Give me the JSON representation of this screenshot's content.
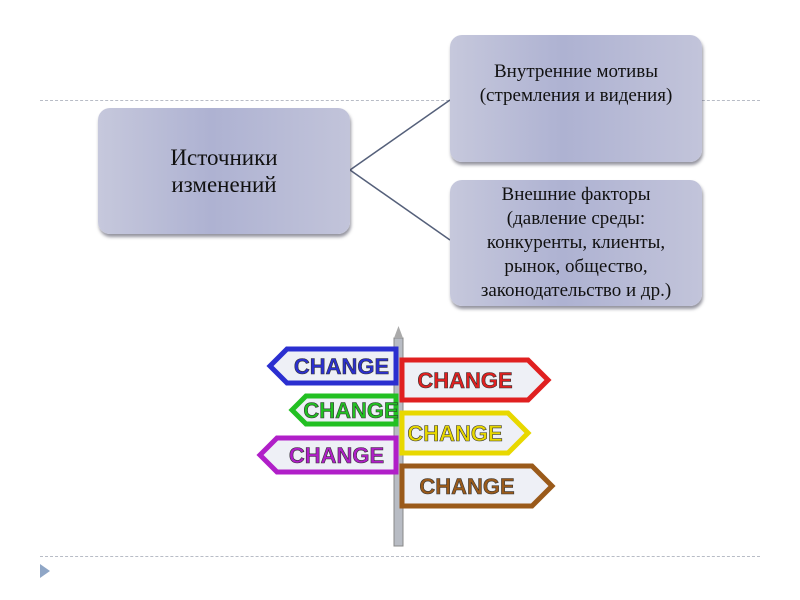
{
  "diagram": {
    "root": {
      "label_line1": "Источники",
      "label_line2": "изменений"
    },
    "internal": {
      "line1": "Внутренние мотивы",
      "line2": "(стремления и видения)"
    },
    "external": {
      "line1": "Внешние  факторы",
      "line2": "(давление среды:",
      "line3": "конкуренты, клиенты,",
      "line4": "рынок, общество,",
      "line5": "законодательство и др.)"
    }
  },
  "signpost": {
    "signs": [
      {
        "text": "CHANGE",
        "color": "#2b2fd0"
      },
      {
        "text": "CHANGE",
        "color": "#e02020"
      },
      {
        "text": "CHANGE",
        "color": "#22c022"
      },
      {
        "text": "CHANGE",
        "color": "#e8d800"
      },
      {
        "text": "CHANGE",
        "color": "#b01fc8"
      },
      {
        "text": "CHANGE",
        "color": "#9a5a1a"
      }
    ]
  }
}
